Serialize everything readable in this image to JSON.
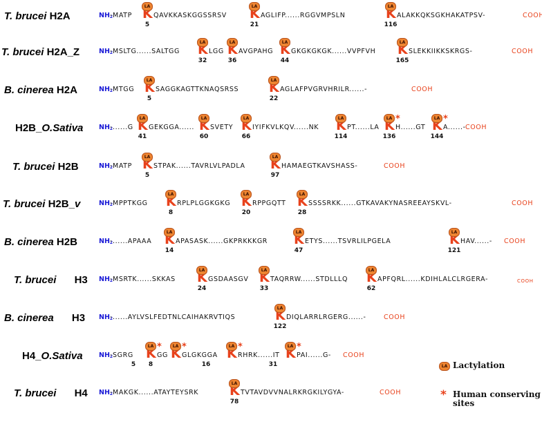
{
  "colors": {
    "k": "#e8421c",
    "nh2": "#1a1ad6",
    "cooh": "#e8421c",
    "badge": "#ee8531"
  },
  "labels": {
    "tb_h2a": {
      "species": "T. brucei",
      "histone": "H2A"
    },
    "tb_h2az": {
      "species": "T. brucei",
      "histone": "H2A_Z"
    },
    "bc_h2a": {
      "species": "B. cinerea",
      "histone": "H2A"
    },
    "os_h2b": {
      "species": "O.Sativa",
      "histone": "H2B_"
    },
    "tb_h2b": {
      "species": "T. brucei",
      "histone": "H2B"
    },
    "tb_h2bv": {
      "histone": "H2B_",
      "variant": "v",
      "species": "T. brucei"
    },
    "bc_h2b": {
      "species": "B. cinerea",
      "histone": "H2B"
    },
    "tb_h3": {
      "species": "T. brucei",
      "histone": "H3"
    },
    "bc_h3": {
      "species": "B. cinerea",
      "histone": "H3"
    },
    "os_h4": {
      "species": "O.Sativa",
      "histone": "H4_"
    },
    "tb_h4": {
      "species": "T. brucei",
      "histone": "H4"
    }
  },
  "seq": {
    "nh2": "NH",
    "nh2_sub": "2",
    "cooh": "COOH",
    "k": "K",
    "badge": "LA",
    "star": "*",
    "tb_h2a": {
      "s0": "-MATP",
      "s1": "QAVKKASKGGSSRSV",
      "s2": "AGLIFP......RGGVMPSLN",
      "s3": "ALAKKQKSGKHAKATPSV-",
      "n1": "5",
      "n2": "21",
      "n3": "116"
    },
    "tb_h2az": {
      "s0": "-MSLTG......SALTGG",
      "s1": "LGG",
      "s2": "AVGPAHG",
      "s3": "GKGKGKGK......VVPFVH",
      "s4": "SLEKKIIKKSKRGS-",
      "n1": "32",
      "n2": "36",
      "n3": "44",
      "n4": "165"
    },
    "bc_h2a": {
      "s0": "-MTGG",
      "s1": "SAGGKAGTTKNAQSRSS",
      "s2": "AGLAFPVGRVHRILR......-",
      "n1": "5",
      "n2": "22"
    },
    "os_h2b": {
      "s0": "-......G",
      "s1": "GEKGGA......",
      "s2": "SVETY",
      "s3": "IYIFKVLKQV......NK",
      "s4": "PT......LA",
      "s5": "H......GT",
      "s6": "A......-",
      "n1": "41",
      "n2": "60",
      "n3": "66",
      "n4": "114",
      "n5": "136",
      "n6": "144"
    },
    "tb_h2b": {
      "s0": "-MATP",
      "s1": "STPAK......TAVRLVLPADLA",
      "s2": "HAMAEGTKAVSHASS-",
      "n1": "5",
      "n2": "97"
    },
    "tb_h2bv": {
      "s0": "-MPPTKGG",
      "s1": "RPLPLGGKGKG",
      "s2": "RPPGQTT",
      "s3": "SSSSRKK......GTKAVAKYNASREEAYSKVL-",
      "n1": "8",
      "n2": "20",
      "n3": "28"
    },
    "bc_h2b": {
      "s0": "-......APAAA",
      "s1": "APASASK......GKPRKKKGR",
      "s2": "ETYS......TSVRLILPGELA",
      "s3": "HAV......-",
      "n1": "14",
      "n2": "47",
      "n3": "121"
    },
    "tb_h3": {
      "s0": "-MSRTK......SKKAS",
      "s1": "GSDAASGV",
      "s2": "TAQRRW......STDLLLQ",
      "s3": "APFQRL......KDIHLALCLRGERA-",
      "n1": "24",
      "n2": "33",
      "n3": "62"
    },
    "bc_h3": {
      "s0": "-......AYLVSLFEDTNLCAIHAKRVTIQS",
      "s1": "DIQLARRLRGERG......-",
      "n1": "122"
    },
    "os_h4": {
      "s0": "-SGRG",
      "s1": "GG",
      "s2": "GLGKGGA",
      "s3": "RHRK......IT",
      "s4": "PAI......G-",
      "n0": "5",
      "n1": "8",
      "n2": "16",
      "n3": "31"
    },
    "tb_h4": {
      "s0": "-MAKGK......ATAYTEYSRK",
      "s1": "TVTAVDVVNALRKRGKILYGYA-",
      "n1": "78"
    }
  },
  "legend": {
    "badge": "LA",
    "lactylation": "Lactylation",
    "star": "*",
    "human": "Human conserving sites"
  }
}
